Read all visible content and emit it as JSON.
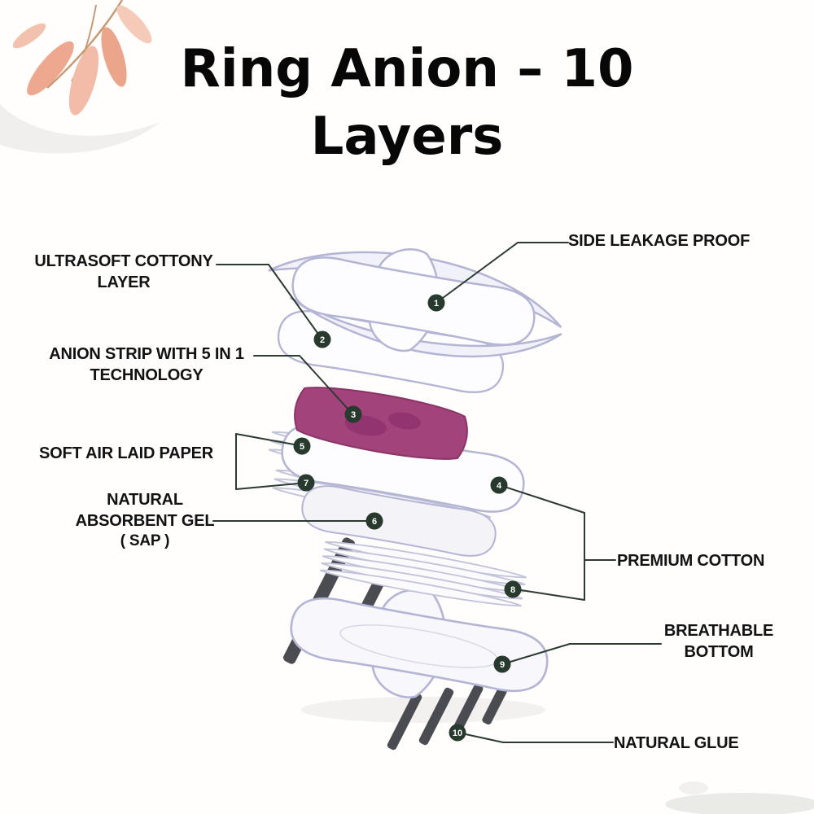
{
  "title": {
    "line1": "Ring Anion – 10",
    "line2": "Layers"
  },
  "labels": {
    "side_leakage": "SIDE LEAKAGE PROOF",
    "ultrasoft_line1": "ULTRASOFT COTTONY",
    "ultrasoft_line2": "LAYER",
    "anion_line1": "ANION STRIP WITH 5 IN 1",
    "anion_line2": "TECHNOLOGY",
    "soft_air_laid": "SOFT AIR LAID PAPER",
    "gel_line1": "NATURAL",
    "gel_line2": "ABSORBENT GEL",
    "gel_line3": "( SAP )",
    "premium_cotton": "PREMIUM COTTON",
    "breathable_line1": "BREATHABLE",
    "breathable_line2": "BOTTOM",
    "natural_glue": "NATURAL GLUE"
  },
  "layer_numbers": [
    "1",
    "2",
    "3",
    "4",
    "5",
    "6",
    "7",
    "8",
    "9",
    "10"
  ],
  "colors": {
    "pad_outline": "#b4b5d4",
    "pad_fill": "#fdfdff",
    "anion_strip": "#a2437c",
    "badge": "#28392d",
    "connector": "#2c3b2f",
    "glue": "#4b4b52",
    "leaf": "#eda88f",
    "title_text": "#070707"
  }
}
